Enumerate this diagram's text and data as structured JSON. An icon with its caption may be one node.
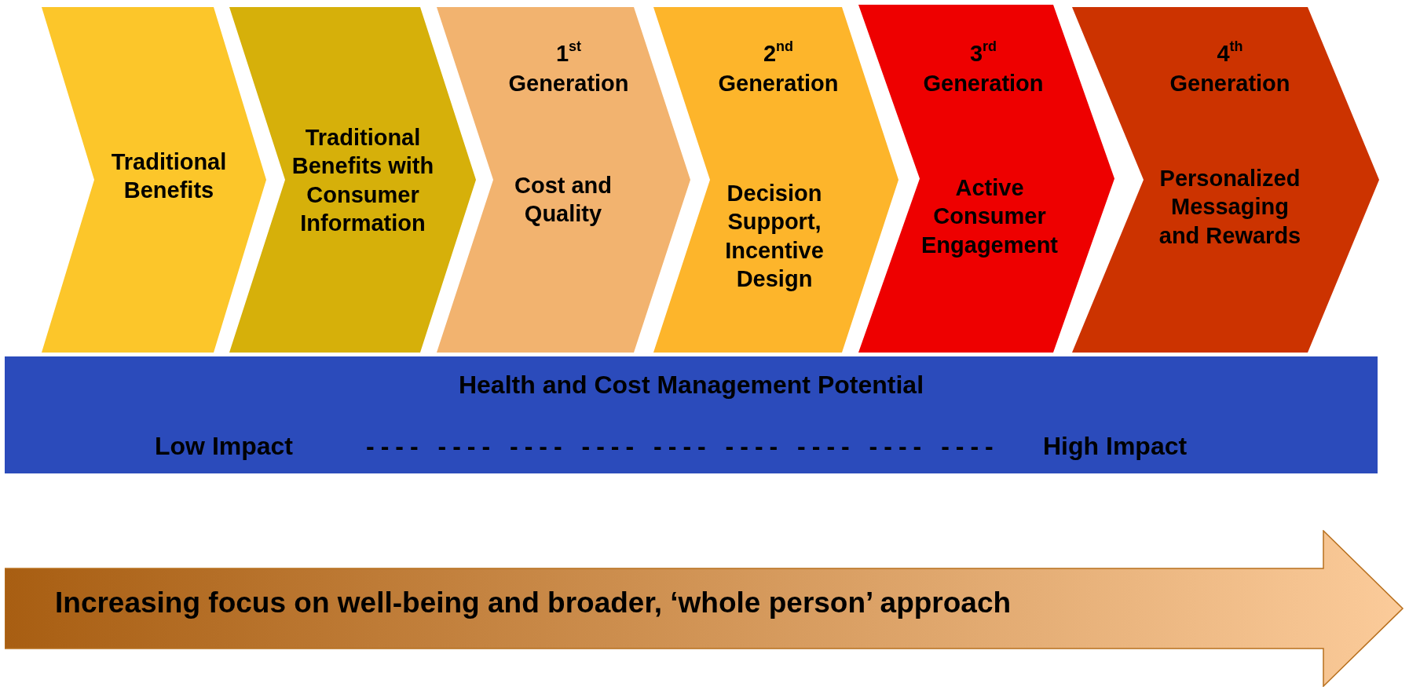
{
  "diagram": {
    "nodes": [
      {
        "text": [
          "Traditional Benefits"
        ]
      },
      {
        "text": [
          "Traditional Benefits with Consumer Information"
        ]
      },
      {
        "text": [
          "1$^{st}$ Generation",
          "Cost and Quality"
        ]
      },
      {
        "text": [
          "2$^{nd}$ Generation",
          "Decision Support, Incentive Design"
        ]
      },
      {
        "text": [
          "3$^{rd}$ Generation",
          "Active Consumer Engagement"
        ]
      },
      {
        "text": [
          "4$^{th}$ Generation",
          "Personalized Messaging and Rewards"
        ]
      },
      {
        "text": [
          "Health and Cost Management Potential",
          "Low Impact",
          "---- ---- ---- ---- ---- ---- ---- ---- ----",
          "High Impact"
        ]
      },
      {
        "text": [
          "Increasing focus on well-being and broader, ‘whole person’ approach"
        ]
      }
    ]
  }
}
